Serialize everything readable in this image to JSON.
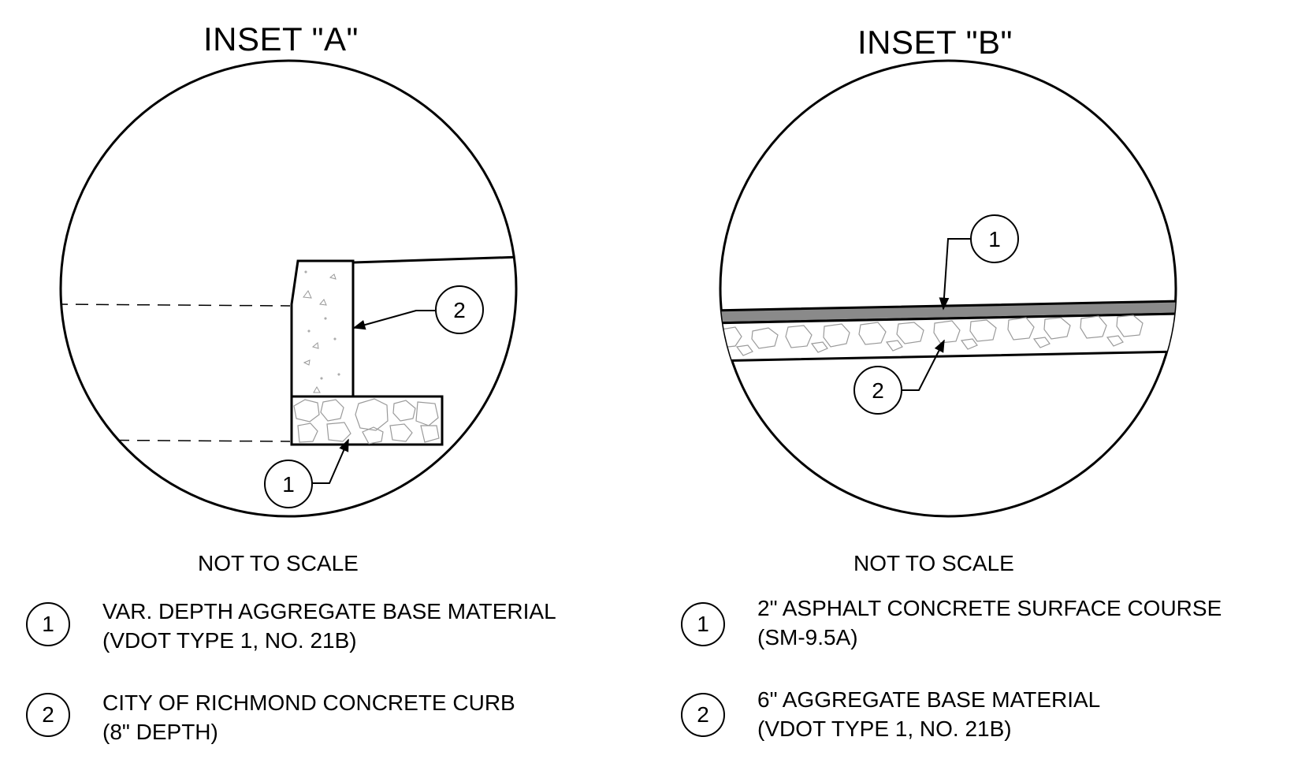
{
  "inset_a": {
    "title": "INSET \"A\"",
    "scale_note": "NOT TO SCALE",
    "callouts": [
      "1",
      "2"
    ],
    "legend": [
      {
        "num": "1",
        "line1": "VAR. DEPTH AGGREGATE BASE MATERIAL",
        "line2": "(VDOT TYPE 1, NO. 21B)"
      },
      {
        "num": "2",
        "line1": "CITY OF RICHMOND CONCRETE CURB",
        "line2": "(8\" DEPTH)"
      }
    ]
  },
  "inset_b": {
    "title": "INSET \"B\"",
    "scale_note": "NOT TO SCALE",
    "callouts": [
      "1",
      "2"
    ],
    "legend": [
      {
        "num": "1",
        "line1": "2\" ASPHALT CONCRETE SURFACE COURSE",
        "line2": "(SM-9.5A)"
      },
      {
        "num": "2",
        "line1": "6\" AGGREGATE BASE MATERIAL",
        "line2": "(VDOT TYPE 1, NO. 21B)"
      }
    ]
  },
  "colors": {
    "line": "#000000",
    "asphalt": "#8a8a8a",
    "hatch": "#9a9a9a"
  }
}
